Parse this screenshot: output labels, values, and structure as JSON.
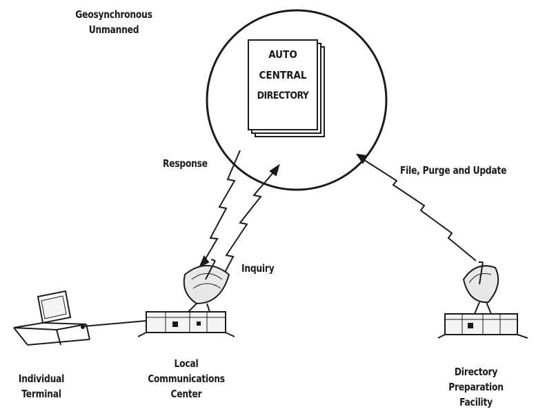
{
  "satellite": {
    "label_line1": "Geosynchronous",
    "label_line2": "Unmanned",
    "document_line1": "AUTO",
    "document_line2": "CENTRAL",
    "document_line3": "DIRECTORY"
  },
  "links": {
    "response": "Response",
    "inquiry": "Inquiry",
    "file_update": "File, Purge and Update"
  },
  "nodes": {
    "terminal_line1": "Individual",
    "terminal_line2": "Terminal",
    "local_line1": "Local",
    "local_line2": "Communications",
    "local_line3": "Center",
    "prep_line1": "Directory",
    "prep_line2": "Preparation",
    "prep_line3": "Facility"
  }
}
